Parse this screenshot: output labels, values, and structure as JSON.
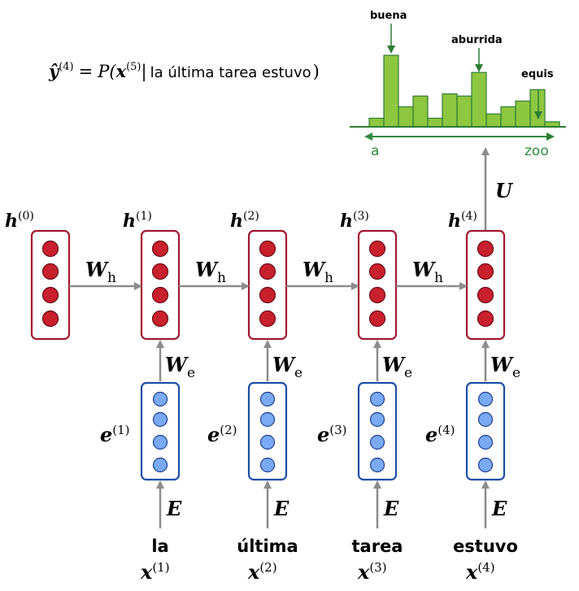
{
  "formula": {
    "lhs_symbol": "ŷ",
    "lhs_sup": "(4)",
    "eq": "=",
    "func": "P(",
    "x_symbol": "x",
    "x_sup": "(5)",
    "bar": "|",
    "context": "la última tarea estuvo",
    "close": ")"
  },
  "histogram": {
    "labels": {
      "buena": "buena",
      "aburrida": "aburrida",
      "equis": "equis"
    },
    "axis": {
      "start": "a",
      "end": "zoo"
    },
    "relative_heights": [
      0.12,
      1.0,
      0.28,
      0.43,
      0.12,
      0.46,
      0.43,
      0.76,
      0.18,
      0.28,
      0.36,
      0.52,
      0.07
    ]
  },
  "output_matrix": "U",
  "hidden_states": [
    {
      "symbol": "h",
      "sup": "(0)"
    },
    {
      "symbol": "h",
      "sup": "(1)"
    },
    {
      "symbol": "h",
      "sup": "(2)"
    },
    {
      "symbol": "h",
      "sup": "(3)"
    },
    {
      "symbol": "h",
      "sup": "(4)"
    }
  ],
  "recurrent_weight": {
    "symbol": "W",
    "sub": "h"
  },
  "input_weight": {
    "symbol": "W",
    "sub": "e"
  },
  "embedding_matrix": "E",
  "steps": [
    {
      "word": "la",
      "embedding_symbol": "e",
      "embedding_sup": "(1)",
      "x_symbol": "x",
      "x_sup": "(1)"
    },
    {
      "word": "última",
      "embedding_symbol": "e",
      "embedding_sup": "(2)",
      "x_symbol": "x",
      "x_sup": "(2)"
    },
    {
      "word": "tarea",
      "embedding_symbol": "e",
      "embedding_sup": "(3)",
      "x_symbol": "x",
      "x_sup": "(3)"
    },
    {
      "word": "estuvo",
      "embedding_symbol": "e",
      "embedding_sup": "(4)",
      "x_symbol": "x",
      "x_sup": "(4)"
    }
  ],
  "colors": {
    "hidden_border": "#a3162e",
    "hidden_dot": "#c8202c",
    "embed_border": "#1b4ea6",
    "embed_dot": "#7aaaf4",
    "bar_fill": "#8dc63f",
    "bar_stroke": "#2e7d32",
    "green_line": "#2e8b3e",
    "arrow": "#8c8c8c"
  }
}
